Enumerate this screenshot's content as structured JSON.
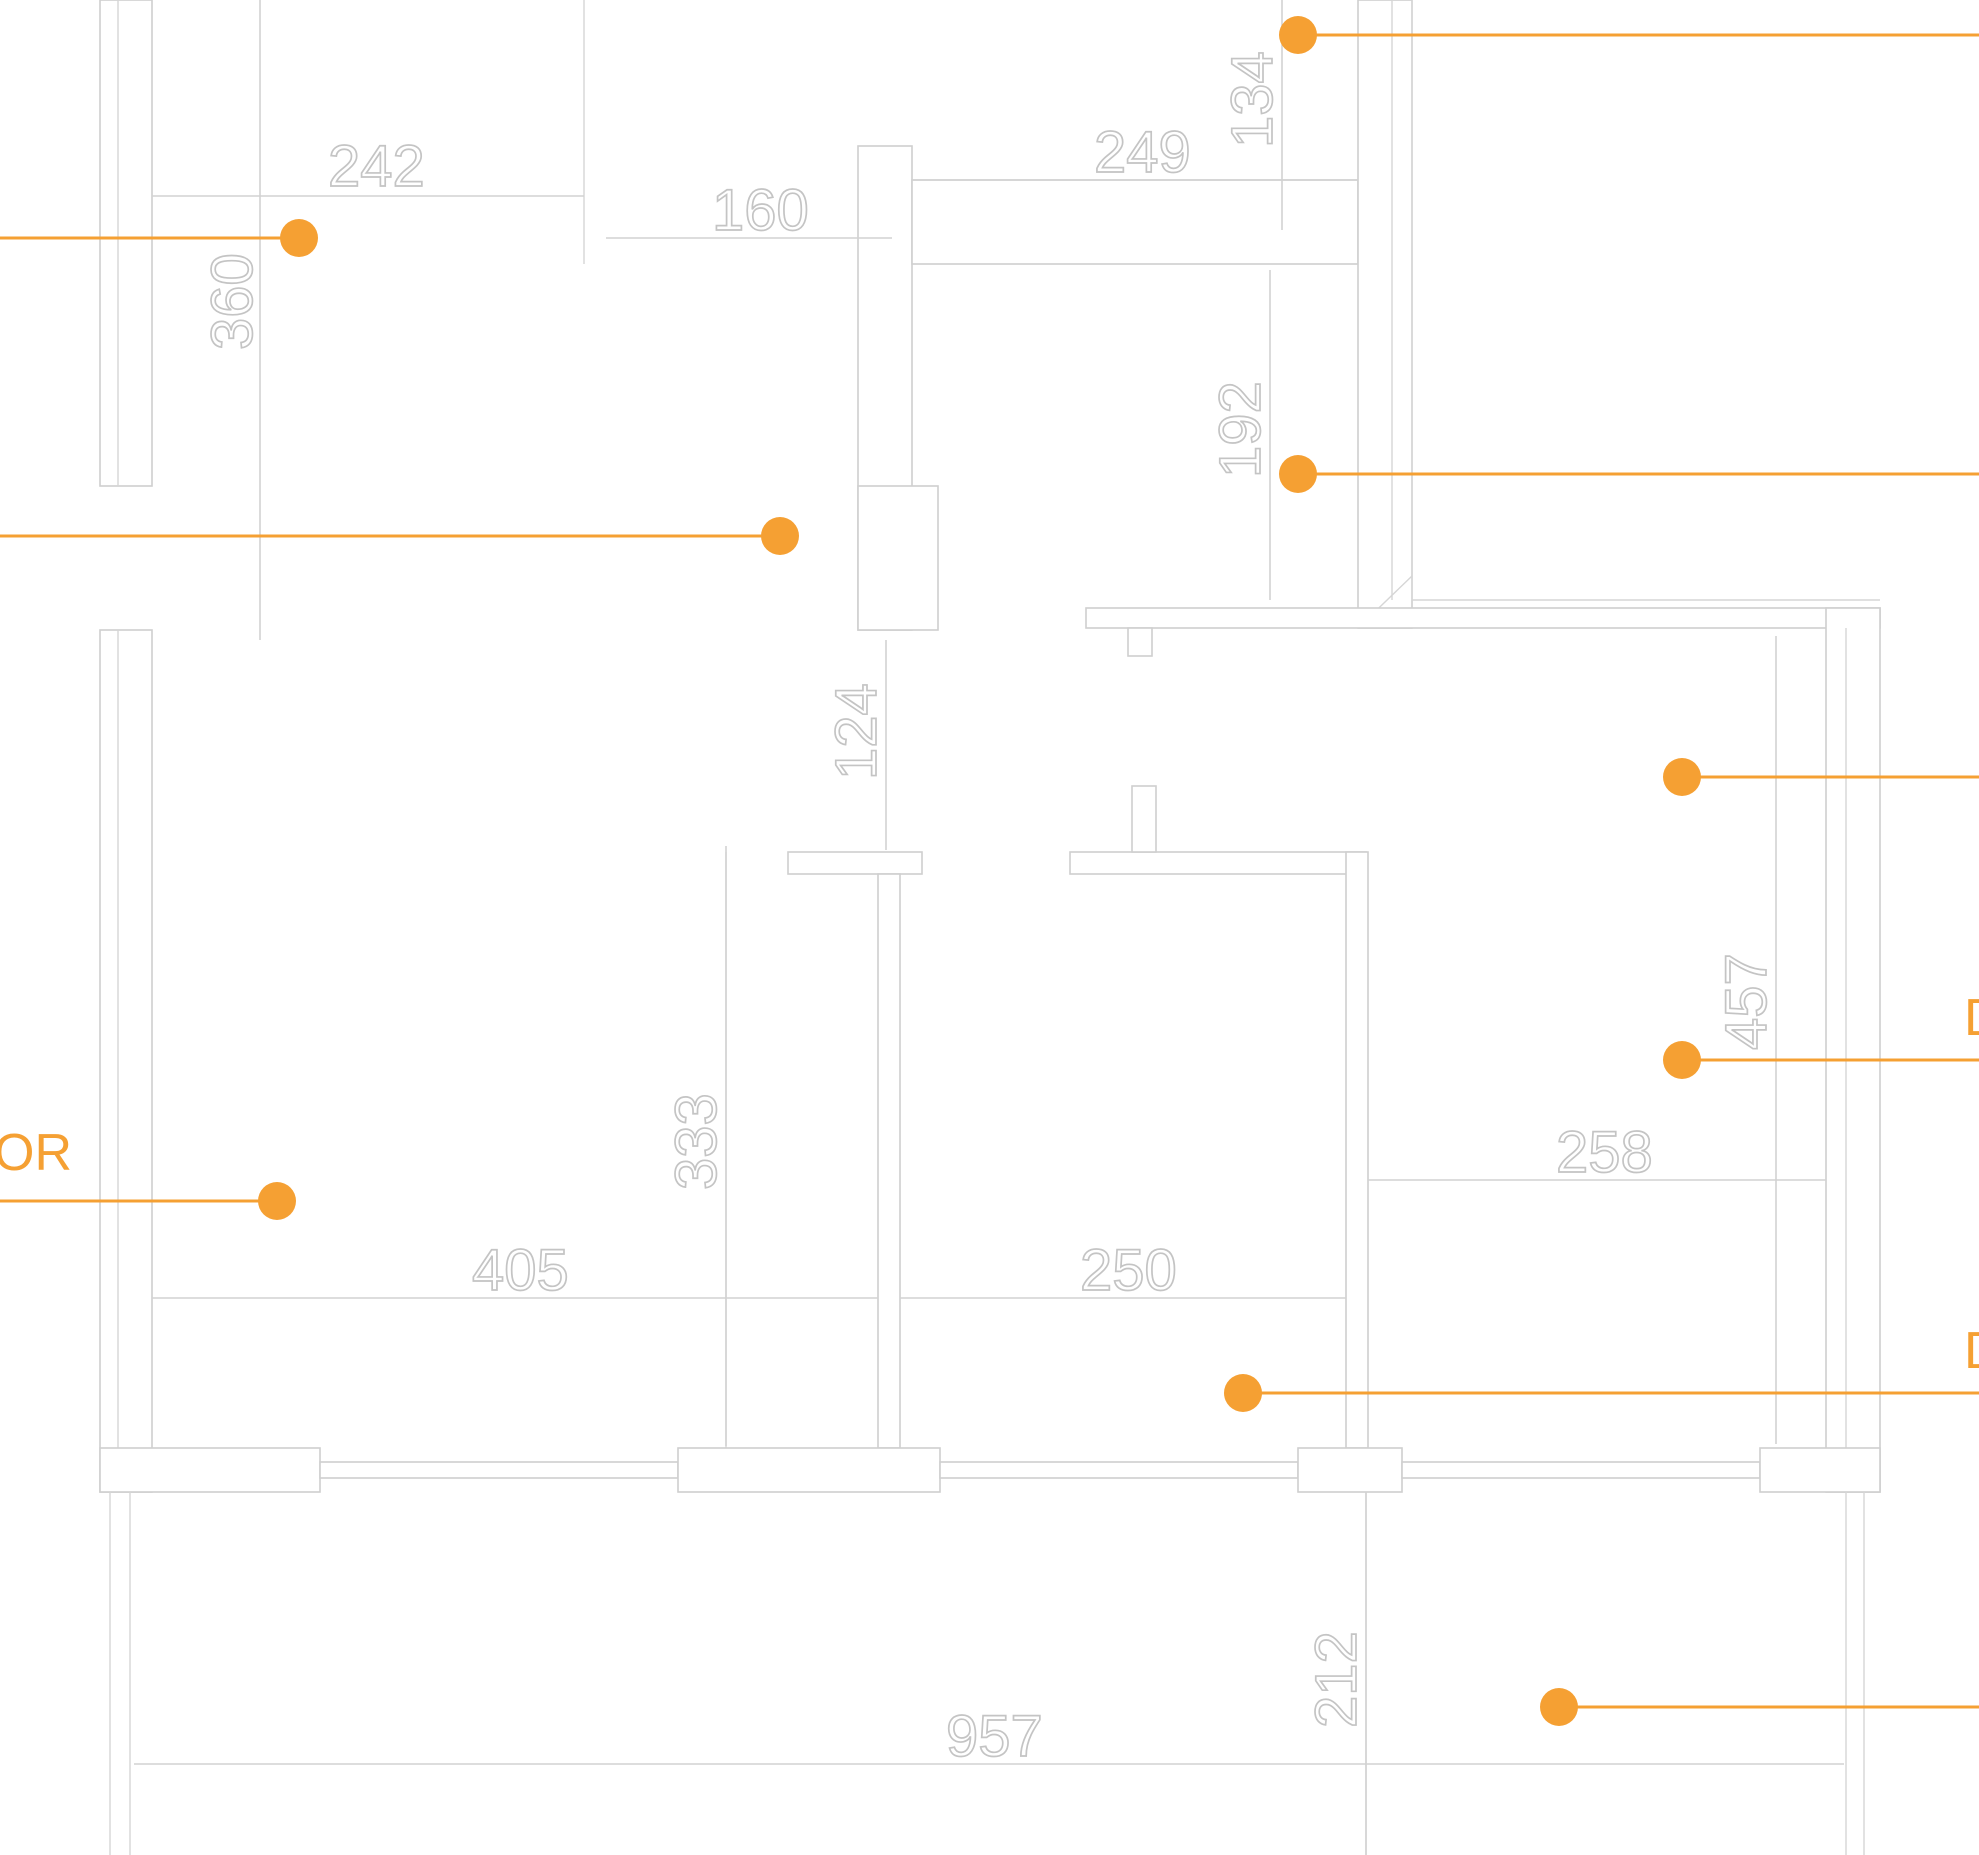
{
  "colors": {
    "accent": "#f5a033",
    "wall_stroke": "#cfcfcf",
    "dimension_text": "#c4c4c4"
  },
  "dimensions": [
    "242",
    "160",
    "249",
    "134",
    "360",
    "192",
    "124",
    "333",
    "405",
    "250",
    "457",
    "258",
    "212",
    "957"
  ],
  "edge_labels": [
    "OR",
    "D",
    "D"
  ]
}
